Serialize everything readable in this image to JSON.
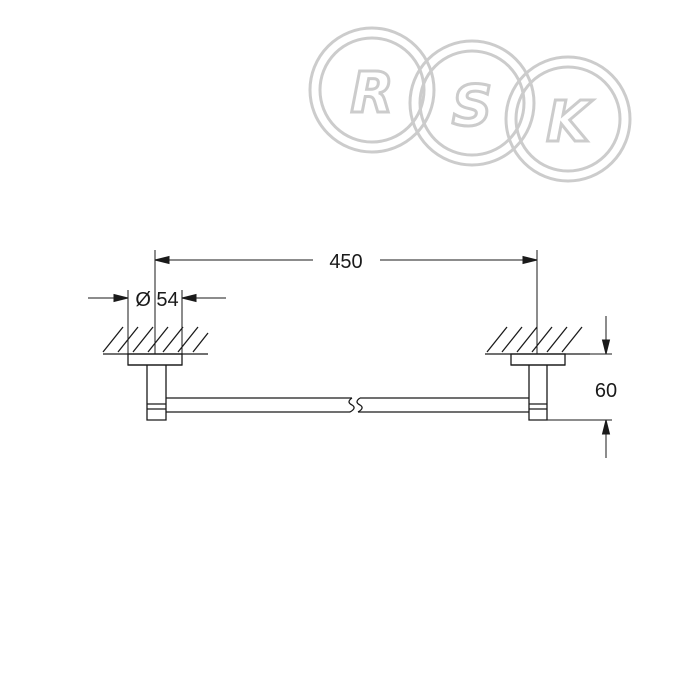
{
  "watermark": {
    "letters": [
      "R",
      "S",
      "K"
    ],
    "color": "#cccccc"
  },
  "drawing": {
    "line_color": "#1a1a1a",
    "dimensions": {
      "length": "450",
      "diameter": "Ø 54",
      "depth": "60"
    }
  }
}
